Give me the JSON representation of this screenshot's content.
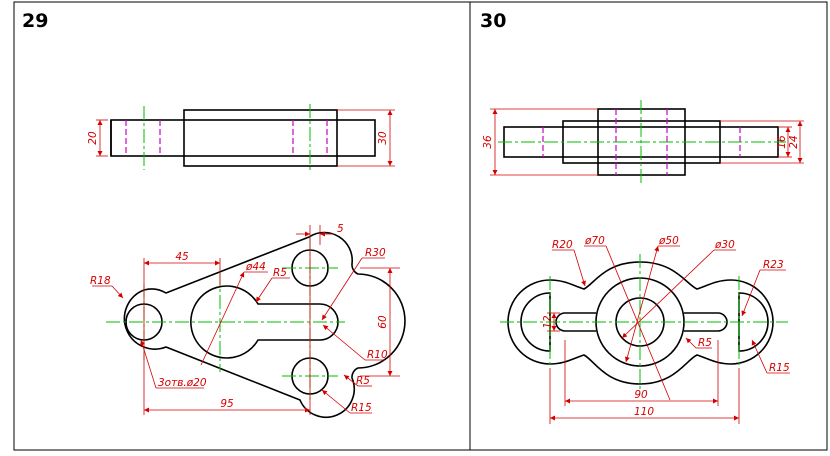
{
  "panels": [
    {
      "number": "29",
      "labels": {
        "d20": "20",
        "d30": "30",
        "d45": "45",
        "d5": "5",
        "r30": "R30",
        "r18": "R18",
        "r5a": "R5",
        "phi44": "ø44",
        "d60": "60",
        "r10": "R10",
        "holes": "3отв.ø20",
        "r5b": "R5",
        "d95": "95",
        "r15": "R15"
      }
    },
    {
      "number": "30",
      "labels": {
        "d36": "36",
        "d16": "16",
        "d24": "24",
        "r20": "R20",
        "phi70": "ø70",
        "phi50": "ø50",
        "phi30": "ø30",
        "r23": "R23",
        "d12": "12",
        "r5": "R5",
        "r15": "R15",
        "d90": "90",
        "d110": "110"
      }
    }
  ],
  "colors": {
    "outline": "#000000",
    "dimension": "#d40000",
    "centerline": "#00bb00",
    "hidden": "#cc00cc"
  }
}
